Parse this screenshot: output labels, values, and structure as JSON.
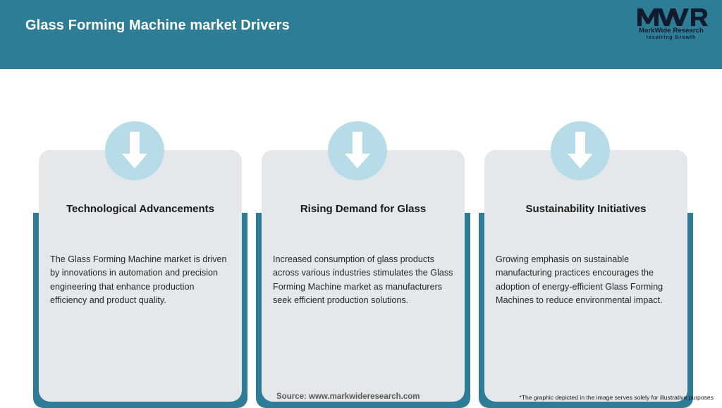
{
  "header": {
    "title": "Glass Forming Machine market Drivers",
    "bg_color": "#2E7D96",
    "title_color": "#FFFFFF"
  },
  "logo": {
    "mark_text": "MWR",
    "name": "MarkWide Research",
    "tagline": "Inspiring Growth",
    "icon": "mwr-logo-icon"
  },
  "cards": [
    {
      "icon": "arrow-down-icon",
      "title": "Technological Advancements",
      "body": "The Glass Forming Machine market is driven by innovations in automation and precision engineering that enhance production efficiency and product quality."
    },
    {
      "icon": "arrow-down-icon",
      "title": "Rising Demand for Glass",
      "body": "Increased consumption of glass products across various industries stimulates the Glass Forming Machine market as manufacturers seek efficient production solutions."
    },
    {
      "icon": "arrow-down-icon",
      "title": "Sustainability Initiatives",
      "body": "Growing emphasis on sustainable manufacturing practices encourages the adoption of energy-efficient Glass Forming Machines to reduce environmental impact."
    }
  ],
  "footer": {
    "source": "Source: www.markwideresearch.com",
    "disclaimer": "*The graphic depicted in the image serves solely for illustrative purposes"
  },
  "colors": {
    "teal": "#2E7D96",
    "circle_blue": "#B6DCE8",
    "panel_gray": "#E4E8EA",
    "arrow_white": "#FFFFFF"
  }
}
